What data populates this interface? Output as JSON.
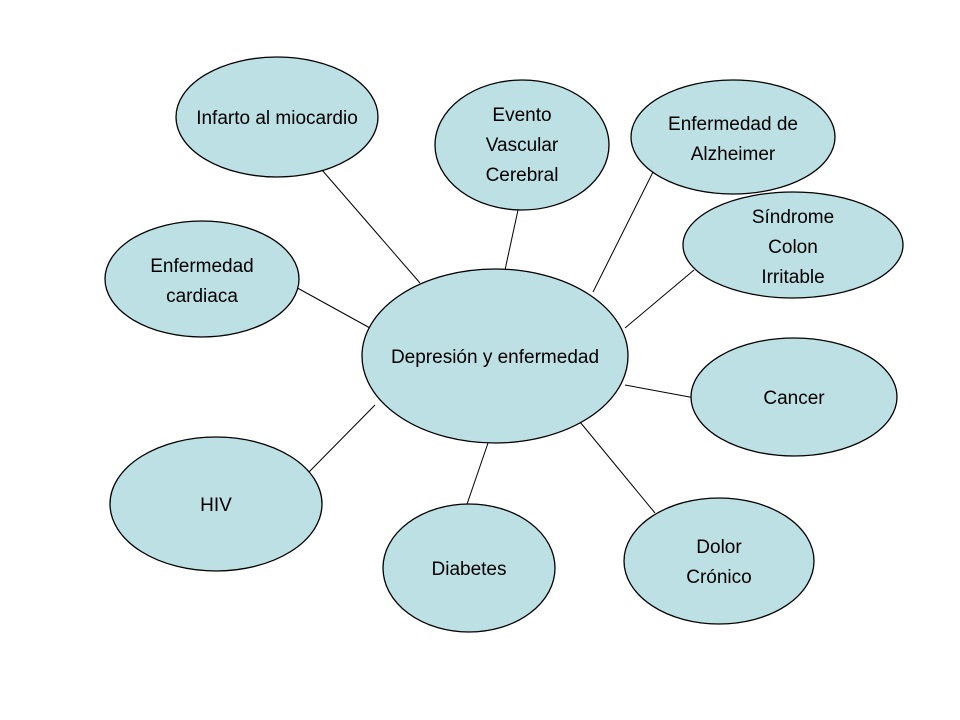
{
  "diagram": {
    "center": {
      "label": "Depresión y enfermedad"
    },
    "nodes": {
      "infarto": {
        "lines": [
          "Infarto al miocardio"
        ]
      },
      "evento": {
        "lines": [
          "Evento",
          "Vascular",
          "Cerebral"
        ]
      },
      "alzheimer": {
        "lines": [
          "Enfermedad de",
          "Alzheimer"
        ]
      },
      "sindrome": {
        "lines": [
          "Síndrome",
          "Colon",
          "Irritable"
        ]
      },
      "cardiaca": {
        "lines": [
          "Enfermedad",
          "cardiaca"
        ]
      },
      "cancer": {
        "lines": [
          "Cancer"
        ]
      },
      "hiv": {
        "lines": [
          "HIV"
        ]
      },
      "diabetes": {
        "lines": [
          "Diabetes"
        ]
      },
      "dolor": {
        "lines": [
          "Dolor",
          "Crónico"
        ]
      }
    },
    "colors": {
      "node_fill": "#bce0e3",
      "stroke": "#000000",
      "background": "#ffffff"
    }
  }
}
